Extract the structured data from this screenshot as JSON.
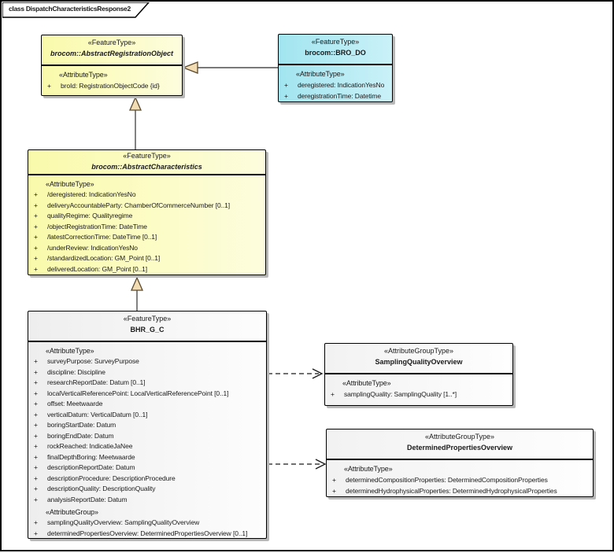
{
  "frame": {
    "title": "class DispatchCharacteristicsResponse2"
  },
  "colors": {
    "class_yellow": "#FAFAAB",
    "class_cyan": "#A2E5F0",
    "class_gray": "#EEEEEE",
    "border": "#000000",
    "shadow": "#B9B9B9",
    "generalization_triangle_fill": "#F2DCB3",
    "line": "#4D4D4D"
  },
  "classes": [
    {
      "stereotype": "«FeatureType»",
      "name": "brocom::AbstractRegistrationObject",
      "abstract": true,
      "attr_stereotype": "«AttributeType»",
      "attributes": [
        {
          "v": "+",
          "t": "broId: RegistrationObjectCode {id}"
        }
      ]
    },
    {
      "stereotype": "«FeatureType»",
      "name": "brocom::BRO_DO",
      "abstract": false,
      "attr_stereotype": "«AttributeType»",
      "attributes": [
        {
          "v": "+",
          "t": "deregistered: IndicationYesNo"
        },
        {
          "v": "+",
          "t": "deregistrationTime: Datetime"
        }
      ]
    },
    {
      "stereotype": "«FeatureType»",
      "name": "brocom::AbstractCharacteristics",
      "abstract": true,
      "attr_stereotype": "«AttributeType»",
      "attributes": [
        {
          "v": "+",
          "t": "/deregistered: IndicationYesNo"
        },
        {
          "v": "+",
          "t": "deliveryAccountableParty: ChamberOfCommerceNumber [0..1]"
        },
        {
          "v": "+",
          "t": "qualityRegime: Qualityregime"
        },
        {
          "v": "+",
          "t": "/objectRegistrationTime: DateTime"
        },
        {
          "v": "+",
          "t": "/latestCorrectionTime: DateTime [0..1]"
        },
        {
          "v": "+",
          "t": "/underReview: IndicationYesNo"
        },
        {
          "v": "+",
          "t": "/standardizedLocation: GM_Point [0..1]"
        },
        {
          "v": "+",
          "t": "deliveredLocation: GM_Point [0..1]"
        }
      ]
    },
    {
      "stereotype": "«FeatureType»",
      "name": "BHR_G_C",
      "abstract": false,
      "attr_stereotype": "«AttributeType»",
      "attributes": [
        {
          "v": "+",
          "t": "surveyPurpose: SurveyPurpose"
        },
        {
          "v": "+",
          "t": "discipline: Discipline"
        },
        {
          "v": "+",
          "t": "researchReportDate: Datum [0..1]"
        },
        {
          "v": "+",
          "t": "localVerticalReferencePoint: LocalVerticalReferencePoint [0..1]"
        },
        {
          "v": "+",
          "t": "offset: Meetwaarde"
        },
        {
          "v": "+",
          "t": "verticalDatum: VerticalDatum [0..1]"
        },
        {
          "v": "+",
          "t": "boringStartDate: Datum"
        },
        {
          "v": "+",
          "t": "boringEndDate: Datum"
        },
        {
          "v": "+",
          "t": "rockReached: IndicatieJaNee"
        },
        {
          "v": "+",
          "t": "finalDepthBoring: Meetwaarde"
        },
        {
          "v": "+",
          "t": "descriptionReportDate: Datum"
        },
        {
          "v": "+",
          "t": "descriptionProcedure: DescriptionProcedure"
        },
        {
          "v": "+",
          "t": "descriptionQuality: DescriptionQuality"
        },
        {
          "v": "+",
          "t": "analysisReportDate: Datum"
        }
      ],
      "group_stereotype": "«AttributeGroup»",
      "group_attributes": [
        {
          "v": "+",
          "t": "samplingQualityOverview: SamplingQualityOverview"
        },
        {
          "v": "+",
          "t": "determinedPropertiesOverview: DeterminedPropertiesOverview [0..1]"
        }
      ]
    },
    {
      "stereotype": "«AttributeGroupType»",
      "name": "SamplingQualityOverview",
      "abstract": false,
      "attr_stereotype": "«AttributeType»",
      "attributes": [
        {
          "v": "+",
          "t": "samplingQuality: SamplingQuality [1..*]"
        }
      ]
    },
    {
      "stereotype": "«AttributeGroupType»",
      "name": "DeterminedPropertiesOverview",
      "abstract": false,
      "attr_stereotype": "«AttributeType»",
      "attributes": [
        {
          "v": "+",
          "t": "determinedCompositionProperties: DeterminedCompositionProperties"
        },
        {
          "v": "+",
          "t": "determinedHydrophysicalProperties: DeterminedHydrophysicalProperties"
        }
      ]
    }
  ],
  "relations": [
    {
      "type": "generalization",
      "from": "brocom::BRO_DO",
      "to": "brocom::AbstractRegistrationObject"
    },
    {
      "type": "generalization",
      "from": "brocom::AbstractCharacteristics",
      "to": "brocom::AbstractRegistrationObject"
    },
    {
      "type": "generalization",
      "from": "BHR_G_C",
      "to": "brocom::AbstractCharacteristics"
    },
    {
      "type": "dependency",
      "from": "BHR_G_C",
      "to": "SamplingQualityOverview"
    },
    {
      "type": "dependency",
      "from": "BHR_G_C",
      "to": "DeterminedPropertiesOverview"
    }
  ]
}
